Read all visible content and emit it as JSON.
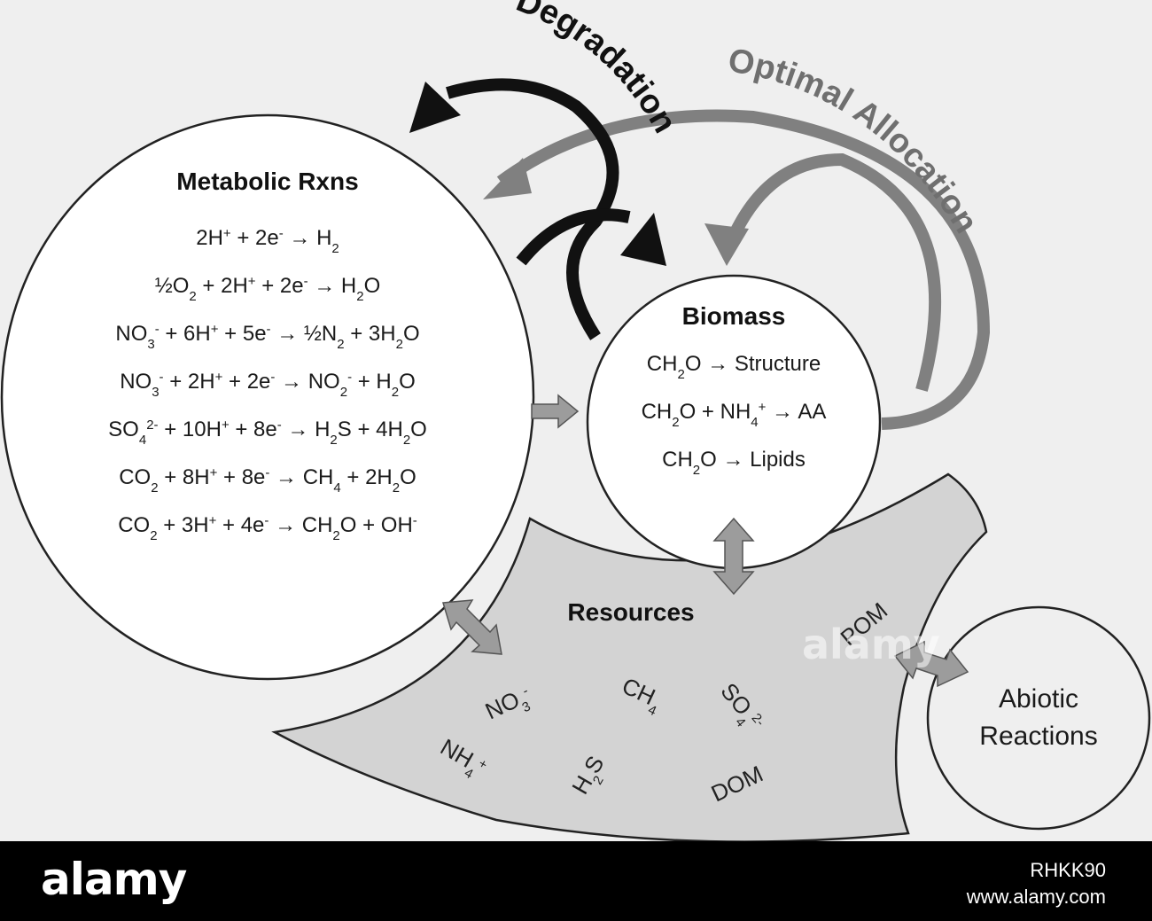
{
  "labels": {
    "degradation": "Degradation",
    "optimal_allocation": "Optimal Allocation"
  },
  "metabolic": {
    "title": "Metabolic Rxns"
  },
  "biomass": {
    "title": "Biomass"
  },
  "resources": {
    "title": "Resources"
  },
  "abiotic": {
    "line1": "Abiotic",
    "line2": "Reactions"
  },
  "colors": {
    "degradation_arrow": "#111111",
    "allocation_arrow": "#808080",
    "exchange_arrow": "#9c9c9c",
    "resources_fill": "#d3d3d3"
  },
  "footer": {
    "logo": "alamy",
    "image_id": "RHKK90",
    "site": "www.alamy.com"
  },
  "watermark": "alamy"
}
